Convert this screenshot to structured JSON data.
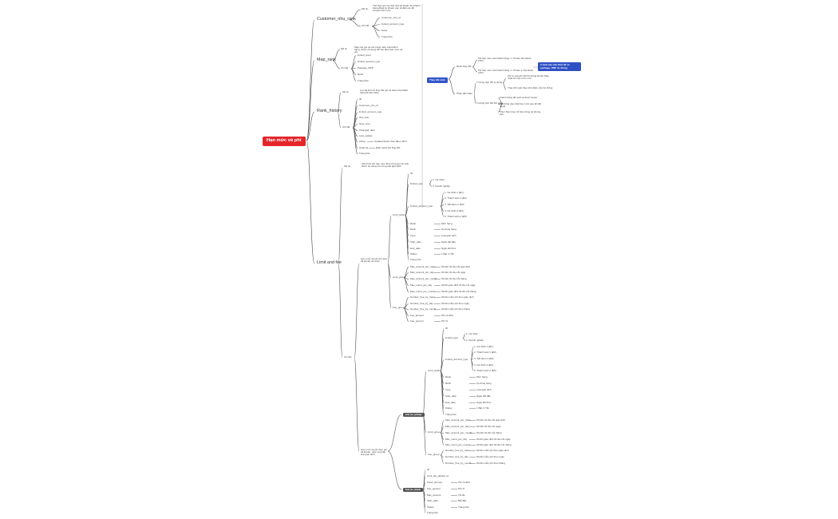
{
  "root": "Hạn mức và phí",
  "branches": {
    "customer_nhu_rank": {
      "label": "Customer_nhu_rank",
      "mo_ta": "Mô tả",
      "mo_ta_text": "Thể hiện gói và rank của tài khoản khi khách hàng đăng ký khoản vay, là điểm do để chuyển hạn mức",
      "chi_tiet": "Chi tiết",
      "fields": [
        "Customer_nhu_id",
        "limited_account_type",
        "Rank",
        "Trạng thái"
      ]
    },
    "map_rank": {
      "label": "Map_rank",
      "mo_ta": "Mô tả",
      "mo_ta_text": "Map các gói và các hạng rank của khách hàng, được sử dụng để xác định hạn mức và phí",
      "chi_tiet": "Chi tiết",
      "fields": [
        "limited_level",
        "limited_account_type",
        "Package_MKP",
        "Rank",
        "Trạng thái"
      ]
    },
    "rank_history": {
      "label": "Rank_history",
      "mo_ta": "Mô tả",
      "mo_ta_text": "Lưu lại lịch sử thay đổi gói và rank của khách hàng để đối chiếu",
      "chi_tiet": "Chi tiết",
      "fields": [
        "ID",
        "Customer_nhu_id",
        "limited_account_type",
        "Old_rank",
        "New_rank",
        "Changed_date",
        "Last_update"
      ],
      "action_key": "Action",
      "action_val": "Update/Upsert theo điều chỉnh",
      "channel_key": "Channel",
      "channel_val": "Điểm kênh khi thay đổi",
      "status": "Trạng thái"
    },
    "limit_and_fee": {
      "label": "Limit and fee",
      "mo_ta": "Mô tả",
      "mo_ta_text": "Cấu hình phí hạn mức theo từng gói và rank được áp dụng cho từng loại giao dịch",
      "chi_tiet": "Chi tiết",
      "group_a": "Hạn mức và phí cho loại tài khoản cá nhân",
      "group_b": "Hạn mức và phí theo gói tài khoản, rank và phân loại giao dịch",
      "limit_setting": "Limit_setting",
      "limit_group": "Limit_group",
      "fee_group": "Fee_group",
      "ls_items": [
        {
          "k": "ID",
          "v": ""
        },
        {
          "k": "limited_type",
          "v": ""
        },
        {
          "k": "limited_account_type",
          "v": ""
        },
        {
          "k": "Rank",
          "v": "Mức hạng"
        },
        {
          "k": "Rank",
          "v": "Áp dụng hạng"
        },
        {
          "k": "Type",
          "v": "Loại giao dịch"
        },
        {
          "k": "Start_date",
          "v": "Ngày bắt đầu"
        },
        {
          "k": "End_date",
          "v": "Ngày kết thúc"
        },
        {
          "k": "Status",
          "v": "1 Bật, 0 Tắt"
        },
        {
          "k": "Trạng thái",
          "v": ""
        }
      ],
      "limited_type_opts": [
        "1. Cá nhân",
        "2. Doanh nghiệp"
      ],
      "account_type_opts": [
        "1. Cá nhân 1 (Đ1)",
        "2. Thanh toán 1 (Đ2)",
        "3. Tiết kiệm 1 (Đ3)",
        "4. Cá nhân 2 (Đ4)",
        "5. Thanh toán 2 (Đ5)"
      ],
      "lg_items": [
        {
          "k": "Max_amount_per_trans",
          "v": "Số tiền tối đa mỗi giao dịch"
        },
        {
          "k": "Max_amount_per_day",
          "v": "Số tiền tối đa mỗi ngày"
        },
        {
          "k": "Max_amount_per_month",
          "v": "Số tiền tối đa mỗi tháng"
        },
        {
          "k": "Max_count_per_day",
          "v": "Số lần giao dịch tối đa mỗi ngày"
        },
        {
          "k": "Max_count_per_month",
          "v": "Số lần giao dịch tối đa mỗi tháng"
        }
      ],
      "fg_items": [
        {
          "k": "Number_free_by_trans",
          "v": "Số lần miễn phí theo giao dịch"
        },
        {
          "k": "Number_free_by_day",
          "v": "Số lần miễn phí theo ngày"
        },
        {
          "k": "Number_free_by_month",
          "v": "Số lần miễn phí theo tháng"
        },
        {
          "k": "Fee_amount",
          "v": "Phí cố định"
        },
        {
          "k": "Fee_percent",
          "v": "Phí %"
        }
      ],
      "limit_fee_package": "limit_fee_package",
      "limit_fee_default": "limit_fee_default",
      "def_items": [
        {
          "k": "ID",
          "v": ""
        },
        {
          "k": "Limit_fee_default_id",
          "v": ""
        },
        {
          "k": "Fixed_amount",
          "v": "Phí cố định"
        },
        {
          "k": "Fee_percent",
          "v": "Phí %"
        },
        {
          "k": "Max_amount",
          "v": "Tối đa"
        },
        {
          "k": "Start_date",
          "v": "Bắt đầu"
        },
        {
          "k": "Status",
          "v": "Trạng thái"
        },
        {
          "k": "Trạng thái",
          "v": ""
        }
      ]
    }
  },
  "side": {
    "title": "Thay đổi rank",
    "a_label": "Rank thay đổi",
    "a_items": [
      "Khi hạn mức của khách hàng >= Khoản tiền Rank 2/3/4",
      "Khi hạn mức của khách hàng >= Khoản 1 của Rank 2/3/4"
    ],
    "b_label": "Phép đối chiếu",
    "b1": "Trường hợp đổi tự động",
    "b1_items": [
      "Khi có chuyển đổi hệ thống khoản Map nhân thì hạn mức mới",
      "Thay đổi rank theo thời điểm của hệ thống"
    ],
    "b2": "Trường hợp đổi thủ công",
    "b2_items": [
      "Khách hàng đề xuất và được duyệt",
      "Hệ thống cập nhật hạn mức sau khi đã duyệt",
      "Thực hiện theo chỉ tiêu riêng và phòng ban"
    ],
    "note": "2 rank này cần thiết để có package, VMP do thống"
  }
}
